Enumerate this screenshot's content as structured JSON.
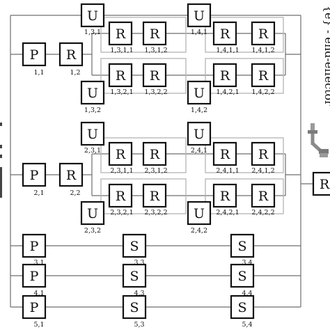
{
  "diagram": {
    "blocks": {
      "p11": {
        "label": "P",
        "index": "1,1"
      },
      "r12": {
        "label": "R",
        "index": "1,2"
      },
      "u131": {
        "label": "U",
        "index": "1,3,1"
      },
      "r1311": {
        "label": "R",
        "index": "1,3,1,1"
      },
      "r1312": {
        "label": "R",
        "index": "1,3,1,2"
      },
      "u141": {
        "label": "U",
        "index": "1,4,1"
      },
      "r1411": {
        "label": "R",
        "index": "1,4,1,1"
      },
      "r1412": {
        "label": "R",
        "index": "1,4,1,2"
      },
      "r1321": {
        "label": "R",
        "index": "1,3,2,1"
      },
      "r1322": {
        "label": "R",
        "index": "1,3,2,2"
      },
      "r1421": {
        "label": "R",
        "index": "1,4,2,1"
      },
      "r1422": {
        "label": "R",
        "index": "1,4,2,2"
      },
      "u132": {
        "label": "U",
        "index": "1,3,2"
      },
      "u142": {
        "label": "U",
        "index": "1,4,2"
      },
      "u231": {
        "label": "U",
        "index": "2,3,1"
      },
      "u241": {
        "label": "U",
        "index": "2,4,1"
      },
      "p21": {
        "label": "P",
        "index": "2,1"
      },
      "r22": {
        "label": "R",
        "index": "2,2"
      },
      "r2311": {
        "label": "R",
        "index": "2,3,1,1"
      },
      "r2312": {
        "label": "R",
        "index": "2,3,1,2"
      },
      "r2411": {
        "label": "R",
        "index": "2,4,1,1"
      },
      "r2412": {
        "label": "R",
        "index": "2,4,1,2"
      },
      "r2321": {
        "label": "R",
        "index": "2,3,2,1"
      },
      "r2322": {
        "label": "R",
        "index": "2,3,2,2"
      },
      "r2421": {
        "label": "R",
        "index": "2,4,2,1"
      },
      "r2422": {
        "label": "R",
        "index": "2,4,2,2"
      },
      "u232": {
        "label": "U",
        "index": "2,3,2"
      },
      "u242": {
        "label": "U",
        "index": "2,4,2"
      },
      "p31": {
        "label": "P",
        "index": "3,1"
      },
      "s33": {
        "label": "S",
        "index": "3,3"
      },
      "s34": {
        "label": "S",
        "index": "3,4"
      },
      "p41": {
        "label": "P",
        "index": "4,1"
      },
      "s43": {
        "label": "S",
        "index": "4,3"
      },
      "s44": {
        "label": "S",
        "index": "4,4"
      },
      "p51": {
        "label": "P",
        "index": "5,1"
      },
      "s53": {
        "label": "S",
        "index": "5,3"
      },
      "s54": {
        "label": "S",
        "index": "5,4"
      },
      "r_end": {
        "label": "R",
        "index": ""
      }
    },
    "end_effector_label": "{e} - end-effector"
  }
}
